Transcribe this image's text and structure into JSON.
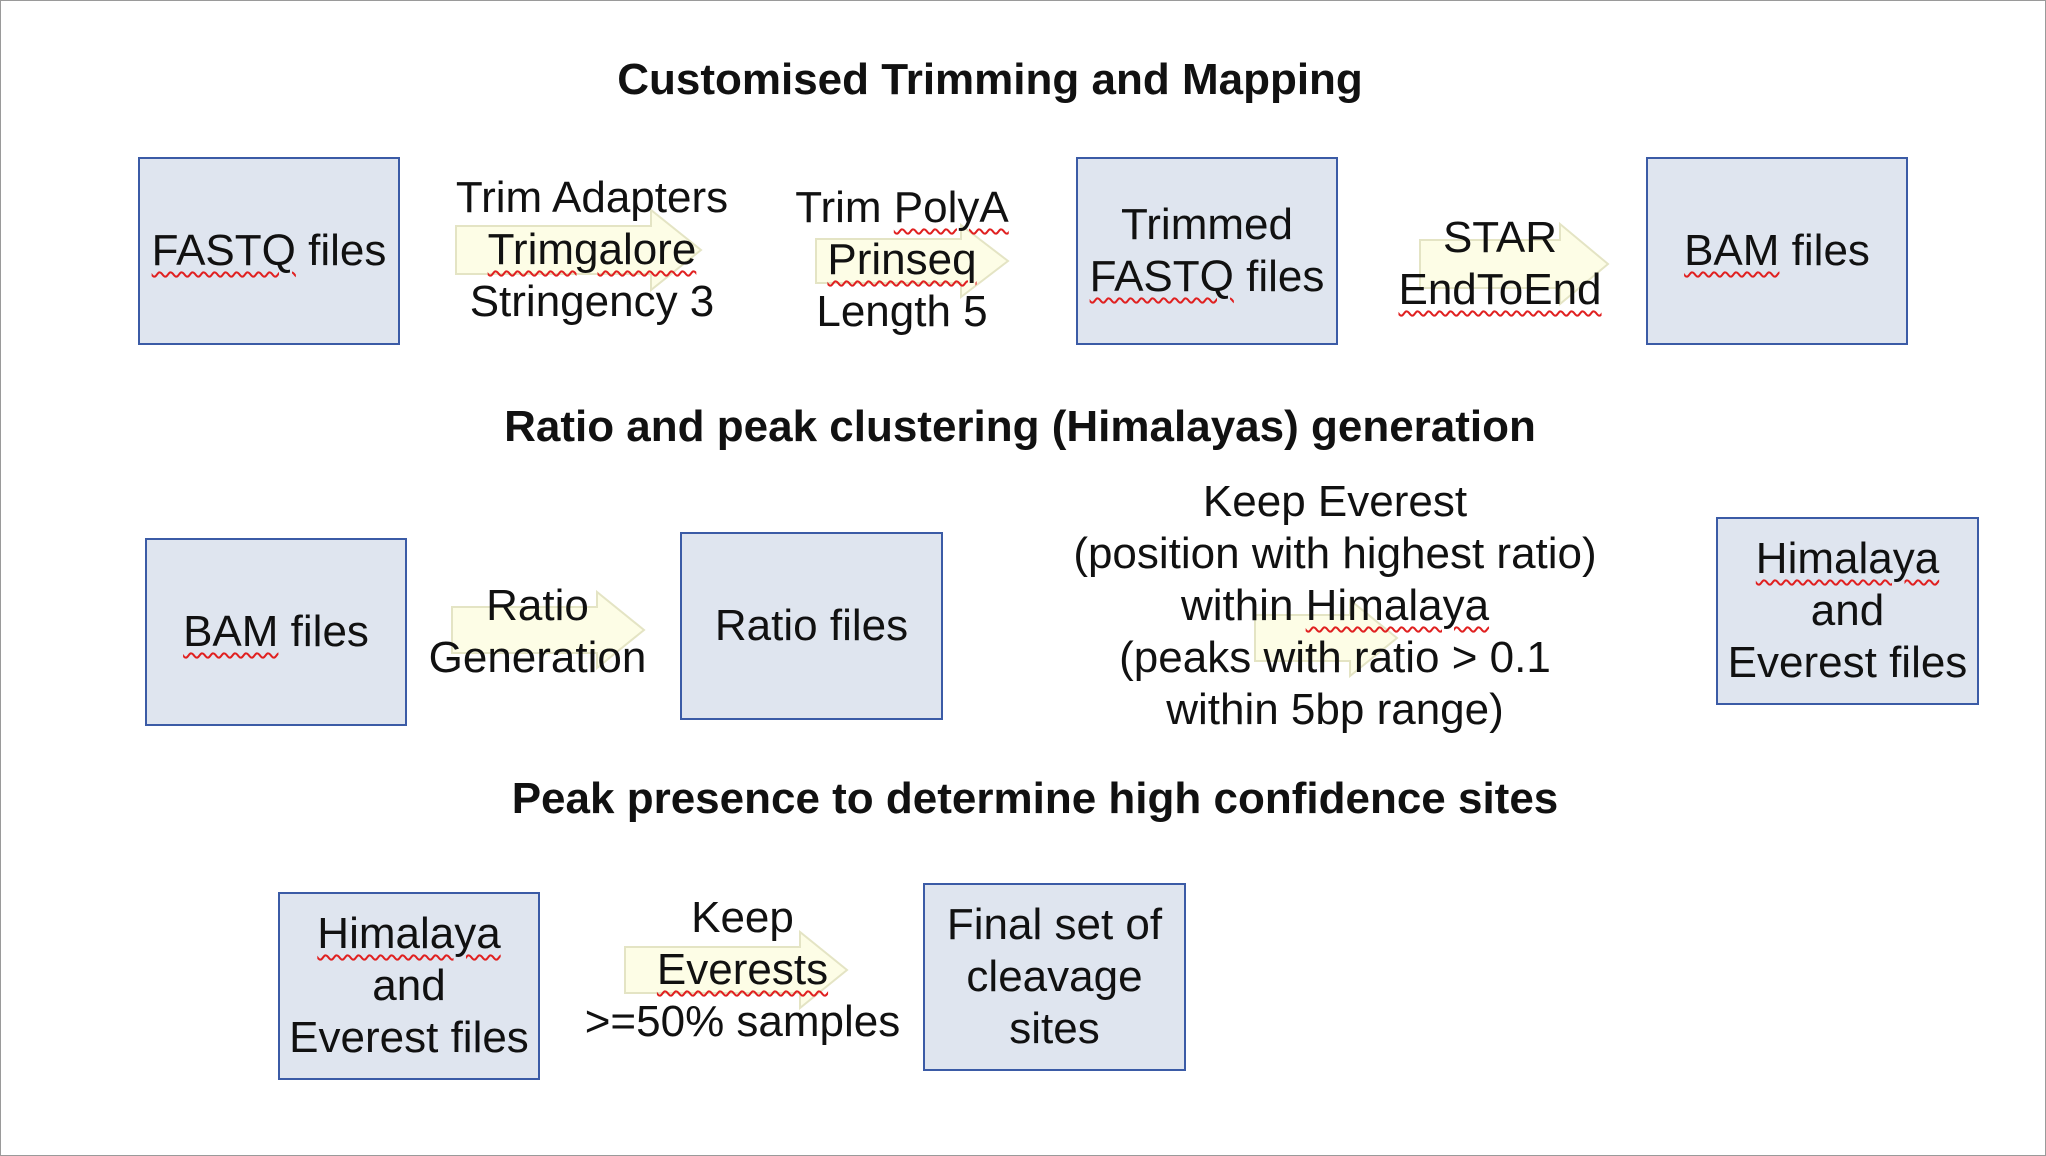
{
  "colors": {
    "box_fill": "#dfe5ef",
    "box_border": "#3b5ba6",
    "arrow_fill": "#fdfde6",
    "arrow_stroke": "#e4e4c4",
    "spell_underline": "#e02020"
  },
  "section1": {
    "title": "Customised Trimming and Mapping",
    "fastq_box": "FASTQ files",
    "trim_adapters": [
      "Trim Adapters",
      "Trimgalore",
      "Stringency 3"
    ],
    "trim_polya": [
      "Trim PolyA",
      "Prinseq",
      "Length 5"
    ],
    "trimmed_box": [
      "Trimmed",
      "FASTQ files"
    ],
    "star": [
      "STAR",
      "EndToEnd"
    ],
    "bam_box": "BAM files"
  },
  "section2": {
    "title": "Ratio and peak clustering (Himalayas) generation",
    "bam_box": "BAM files",
    "ratio_gen": [
      "Ratio",
      "Generation"
    ],
    "ratio_box": "Ratio files",
    "keep_everest": [
      "Keep Everest",
      "(position with highest ratio)",
      "within Himalaya",
      "(peaks with ratio > 0.1",
      "within 5bp range)"
    ],
    "himalaya_box": [
      "Himalaya",
      "and",
      "Everest files"
    ]
  },
  "section3": {
    "title": "Peak presence to determine high confidence sites",
    "himalaya_box": [
      "Himalaya",
      "and",
      "Everest files"
    ],
    "keep_everests": [
      "Keep",
      "Everests",
      ">=50% samples"
    ],
    "final_box": [
      "Final set of",
      "cleavage",
      "sites"
    ]
  }
}
